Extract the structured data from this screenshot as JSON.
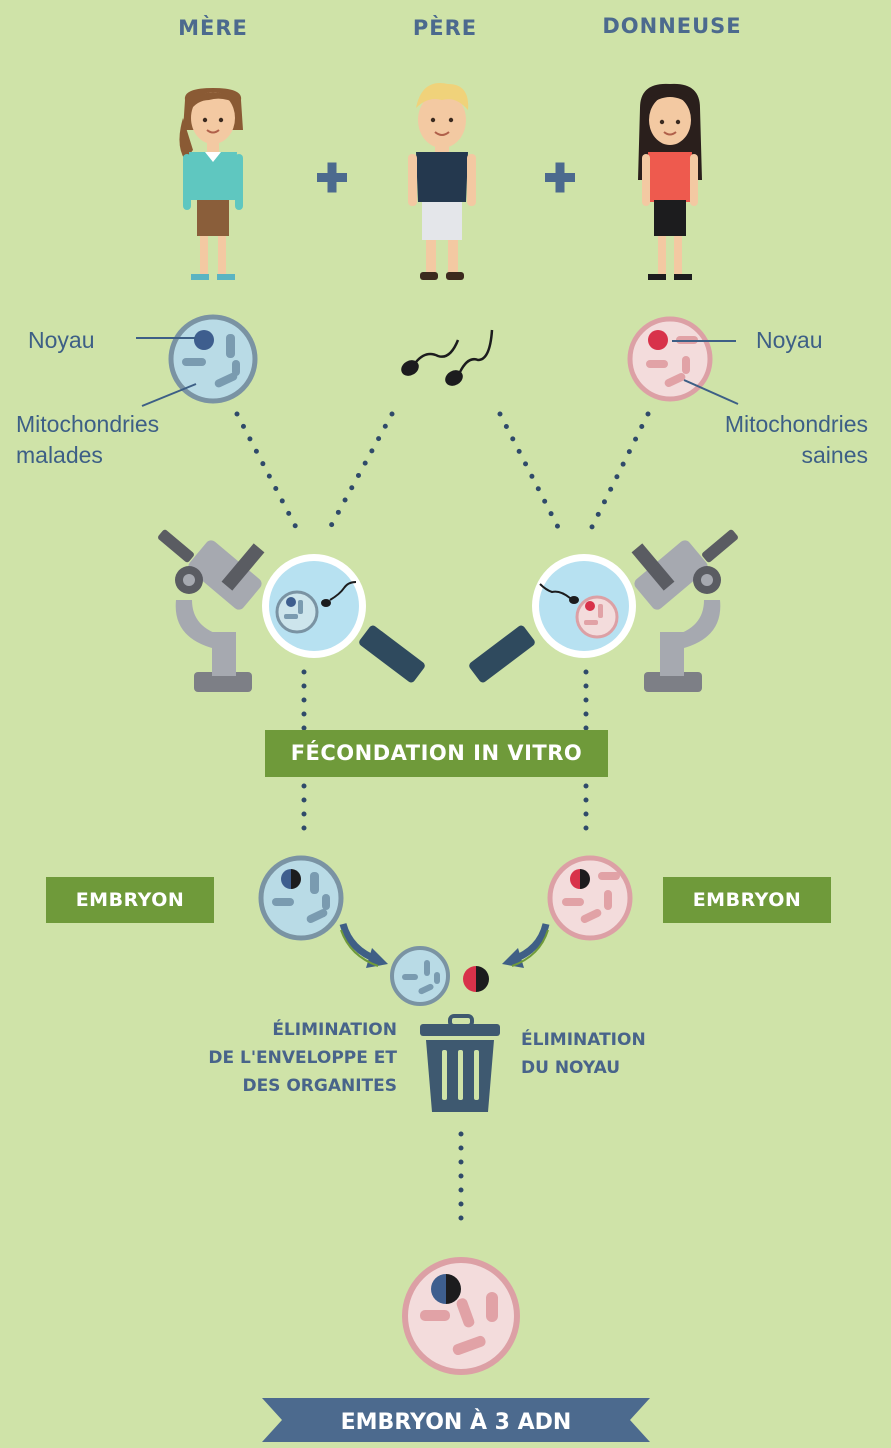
{
  "headers": {
    "mother": "MÈRE",
    "father": "PÈRE",
    "donor": "DONNEUSE"
  },
  "mother_labels": {
    "nucleus": "Noyau",
    "mito_line1": "Mitochondries",
    "mito_line2": "malades"
  },
  "donor_labels": {
    "nucleus": "Noyau",
    "mito_line1": "Mitochondries",
    "mito_line2": "saines"
  },
  "ivf_label": "FÉCONDATION IN VITRO",
  "embryo_left": "EMBRYON",
  "embryo_right": "EMBRYON",
  "removal_left": [
    "ÉLIMINATION",
    "DE L'ENVELOPPE ET",
    "DES ORGANITES"
  ],
  "removal_right": [
    "ÉLIMINATION",
    "DU NOYAU"
  ],
  "final_banner": "EMBRYON À 3 ADN",
  "colors": {
    "background": "#cfe3a8",
    "green": "#6f9a3a",
    "navy": "#4c6a8e",
    "blue_cell": "#b9dbe6",
    "pink_cell": "#f3dcdc"
  }
}
